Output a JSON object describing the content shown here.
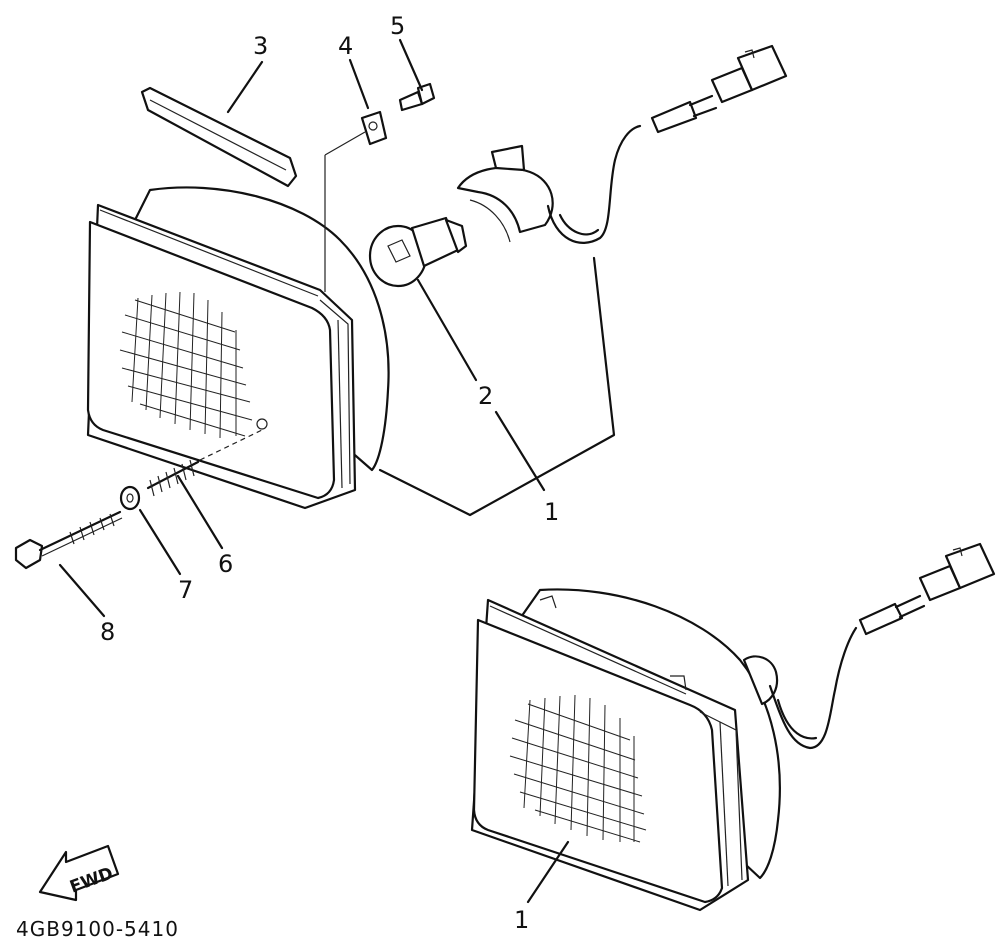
{
  "labels": {
    "part_1_top": "1",
    "part_1_bottom": "1",
    "part_2": "2",
    "part_3": "3",
    "part_4": "4",
    "part_5": "5",
    "part_6": "6",
    "part_7": "7",
    "part_8": "8"
  },
  "direction_badge": "FWD",
  "drawing_code": "4GB9100-5410"
}
